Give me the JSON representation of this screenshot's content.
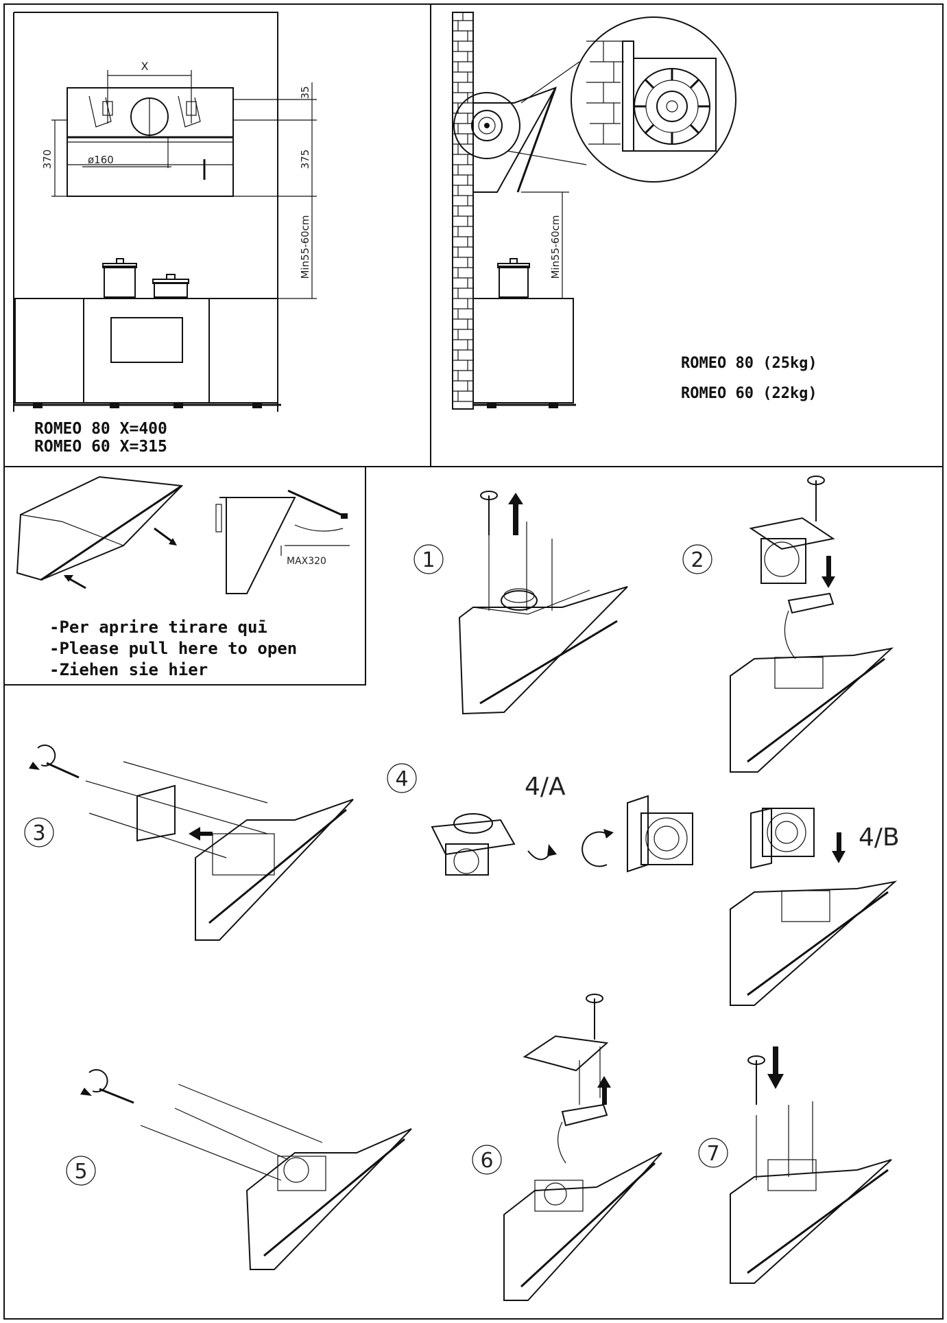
{
  "top_left": {
    "dimension_x": "X",
    "dimension_35": "35",
    "dimension_370": "370",
    "dimension_375": "375",
    "diameter": "ø160",
    "min_height": "Min55-60cm",
    "model_80": "ROMEO  80  X=400",
    "model_60": "ROMEO  60  X=315"
  },
  "top_right": {
    "min_height": "Min55-60cm",
    "weight_80": "ROMEO  80  (25kg)",
    "weight_60": "ROMEO  60  (22kg)"
  },
  "open_panel": {
    "max_label": "MAX320",
    "instructions": [
      "-Per aprire tirare quī",
      "-Please pull here to open",
      "-Ziehen sie hier"
    ]
  },
  "steps": {
    "s1": "1",
    "s2": "2",
    "s3": "3",
    "s4": "4",
    "s4a": "4/A",
    "s4b": "4/B",
    "s5": "5",
    "s6": "6",
    "s7": "7"
  }
}
